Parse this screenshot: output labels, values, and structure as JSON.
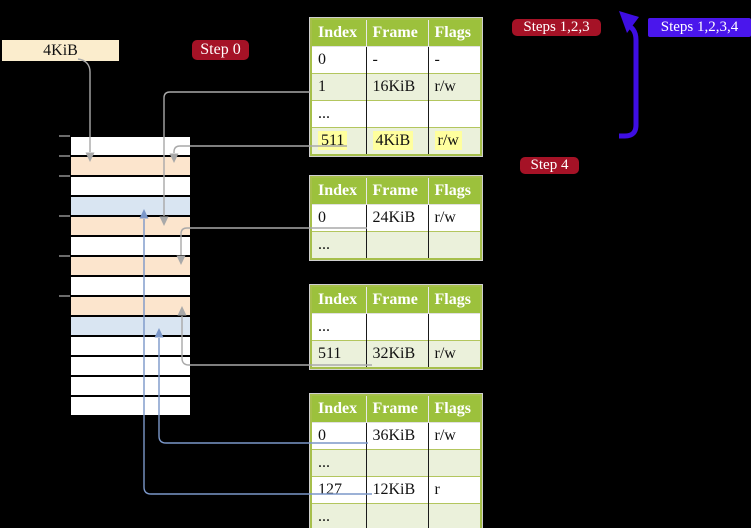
{
  "labels": {
    "page_size": "4KiB",
    "step0": "Step 0",
    "steps123": "Steps 1,2,3",
    "steps1234": "Steps 1,2,3,4",
    "step4": "Step 4"
  },
  "memory": {
    "rows": [
      "white",
      "orange",
      "white",
      "blue",
      "orange",
      "white",
      "orange",
      "white",
      "orange",
      "blue",
      "white",
      "white",
      "white",
      "white"
    ]
  },
  "tables": [
    {
      "name": "page-table-level-4",
      "headers": [
        "Index",
        "Frame",
        "Flags"
      ],
      "rows": [
        {
          "cells": [
            "0",
            "-",
            "-"
          ],
          "shaded": false,
          "highlight": false
        },
        {
          "cells": [
            "1",
            "16KiB",
            "r/w"
          ],
          "shaded": true,
          "highlight": false
        },
        {
          "cells": [
            "...",
            "",
            ""
          ],
          "shaded": false,
          "highlight": false
        },
        {
          "cells": [
            "511",
            "4KiB",
            "r/w"
          ],
          "shaded": true,
          "highlight": true
        }
      ]
    },
    {
      "name": "page-table-level-3",
      "headers": [
        "Index",
        "Frame",
        "Flags"
      ],
      "rows": [
        {
          "cells": [
            "0",
            "24KiB",
            "r/w"
          ],
          "shaded": false,
          "highlight": false
        },
        {
          "cells": [
            "...",
            "",
            ""
          ],
          "shaded": true,
          "highlight": false
        }
      ]
    },
    {
      "name": "page-table-level-2",
      "headers": [
        "Index",
        "Frame",
        "Flags"
      ],
      "rows": [
        {
          "cells": [
            "...",
            "",
            ""
          ],
          "shaded": false,
          "highlight": false
        },
        {
          "cells": [
            "511",
            "32KiB",
            "r/w"
          ],
          "shaded": true,
          "highlight": false
        }
      ]
    },
    {
      "name": "page-table-level-1",
      "headers": [
        "Index",
        "Frame",
        "Flags"
      ],
      "rows": [
        {
          "cells": [
            "0",
            "36KiB",
            "r/w"
          ],
          "shaded": false,
          "highlight": false
        },
        {
          "cells": [
            "...",
            "",
            ""
          ],
          "shaded": true,
          "highlight": false
        },
        {
          "cells": [
            "127",
            "12KiB",
            "r"
          ],
          "shaded": false,
          "highlight": false
        },
        {
          "cells": [
            "...",
            "",
            ""
          ],
          "shaded": true,
          "highlight": false
        }
      ]
    }
  ],
  "colors": {
    "header-green": "#9CC13C",
    "row-green": "#EBF1DB",
    "highlight-yellow": "#FFFF9E",
    "badge-red": "#A51226",
    "badge-blue": "#4A16EC",
    "label-cream": "#FBEDCD",
    "frame-orange": "#FCE5CD",
    "frame-blue": "#D9E5F2",
    "frame-white": "#FFFFFF",
    "line-gray": "#A9A9A9",
    "line-blue": "#7B97C9",
    "arrow-violet": "#3E0EE3"
  }
}
